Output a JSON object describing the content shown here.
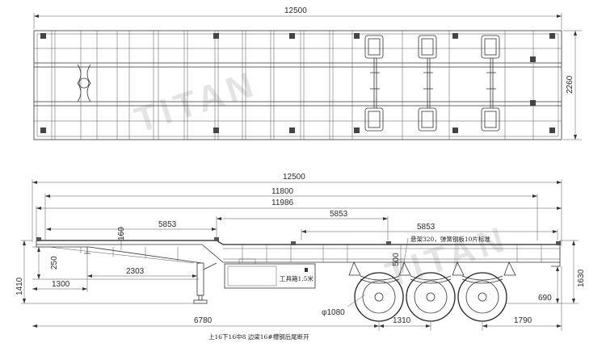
{
  "watermark": "TITAN",
  "top_view": {
    "length_dim": "12500",
    "width_dim": "2260"
  },
  "side_view": {
    "overall_length": "12500",
    "length_11800": "11800",
    "length_11986": "11986",
    "twistlock_spacing_1": "5853",
    "twistlock_spacing_2": "5853",
    "twistlock_spacing_3": "5853",
    "beam_height": "160",
    "kingpin_setback": "2303",
    "gooseneck_height": "250",
    "front_offset": "1300",
    "deck_height": "1410",
    "landing_leg_position": "6780",
    "axle_spacing": "1310",
    "rear_overhang": "1790",
    "rear_height": "1630",
    "rear_clearance": "690",
    "suspension_height": "500",
    "tire_diameter": "φ1080",
    "suspension_note": "悬架320，弹簧钢板10片标准",
    "toolbox_label": "工具箱1.5米"
  },
  "footer_note": "上16下16中8  边梁16#槽钢后尾断开"
}
